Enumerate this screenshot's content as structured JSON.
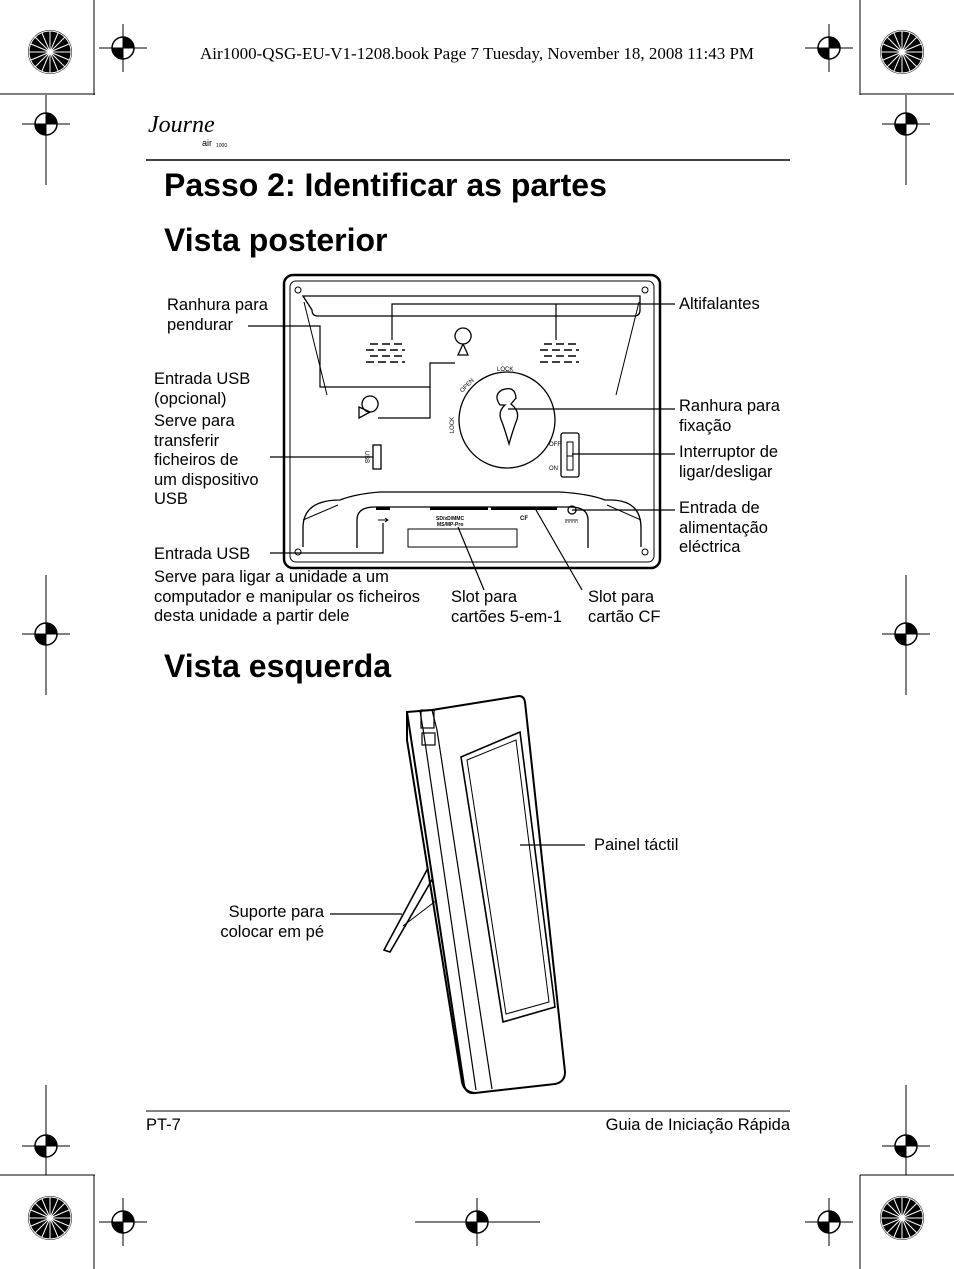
{
  "slug": "Air1000-QSG-EU-V1-1208.book  Page 7  Tuesday, November 18, 2008  11:43 PM",
  "logo": {
    "script": "Journe",
    "sub": "air",
    "tiny": "1000"
  },
  "heading": "Passo 2: Identificar as partes",
  "rear": {
    "title": "Vista posterior",
    "labels": {
      "hang": "Ranhura para\npendurar",
      "usb_opt": "Entrada USB\n(opcional)",
      "usb_opt_desc": "Serve para\ntransferir\nficheiros de\num dispositivo\nUSB",
      "usb": "Entrada USB",
      "usb_desc": "Serve para ligar a unidade a um\ncomputador e manipular os ficheiros\ndesta unidade a partir dele",
      "card5": "Slot para\ncartões 5-em-1",
      "cardcf": "Slot para\ncartão CF",
      "speakers": "Altifalantes",
      "fix": "Ranhura para\nfixação",
      "power_switch": "Interruptor de\nligar/desligar",
      "dc_in": "Entrada de\nalimentação\neléctrica"
    },
    "device_text": {
      "lock": "LOCK",
      "open": "OPEN",
      "lock2": "LOCK",
      "off": "OFF",
      "on": "ON",
      "usb": "USB",
      "sd": "SD/xD/MMC",
      "ms": "MS/MP-Pro",
      "cf": "CF"
    }
  },
  "left": {
    "title": "Vista esquerda",
    "labels": {
      "touch": "Painel táctil",
      "stand": "Suporte para\ncolocar em pé"
    }
  },
  "footer": {
    "page": "PT-7",
    "guide": "Guia de Iniciação Rápida"
  }
}
